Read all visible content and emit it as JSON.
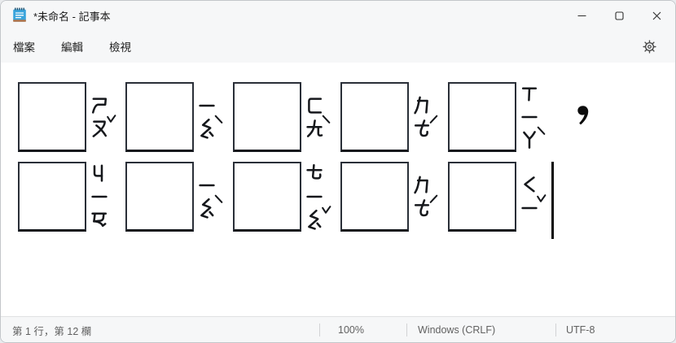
{
  "window": {
    "title": "*未命名 - 記事本",
    "controls": [
      {
        "name": "minimize"
      },
      {
        "name": "maximize"
      },
      {
        "name": "close"
      }
    ]
  },
  "menu": {
    "items": [
      {
        "label": "檔案"
      },
      {
        "label": "編輯"
      },
      {
        "label": "檢視"
      }
    ]
  },
  "editor": {
    "lines": [
      {
        "cells": [
          {
            "zhuyin": "ㄕㄡˇ"
          },
          {
            "zhuyin": "ㄧㄠˋ"
          },
          {
            "zhuyin": "ㄈㄤˋ"
          },
          {
            "zhuyin": "ㄉㄜˊ"
          },
          {
            "zhuyin": "ㄒㄧㄚˋ"
          },
          {
            "punct": "，"
          }
        ]
      },
      {
        "cells": [
          {
            "zhuyin": "ㄐㄧㄢ"
          },
          {
            "zhuyin": "ㄧㄠˋ"
          },
          {
            "zhuyin": "ㄊㄧㄠˇ"
          },
          {
            "zhuyin": "ㄉㄜˊ"
          },
          {
            "zhuyin": "ㄑㄧˇ"
          }
        ],
        "caret": true
      }
    ]
  },
  "status_bar": {
    "cursor_position": "第 1 行，第 12 欄",
    "zoom": "100%",
    "line_ending": "Windows (CRLF)",
    "encoding": "UTF-8"
  },
  "colors": {
    "chrome_bg": "#f6f7f8",
    "content_bg": "#ffffff",
    "icon_blue": "#3ba5dc",
    "icon_bottom_brown": "#b9703f",
    "text_dark": "#1a1a1a",
    "status_text": "#616161"
  }
}
